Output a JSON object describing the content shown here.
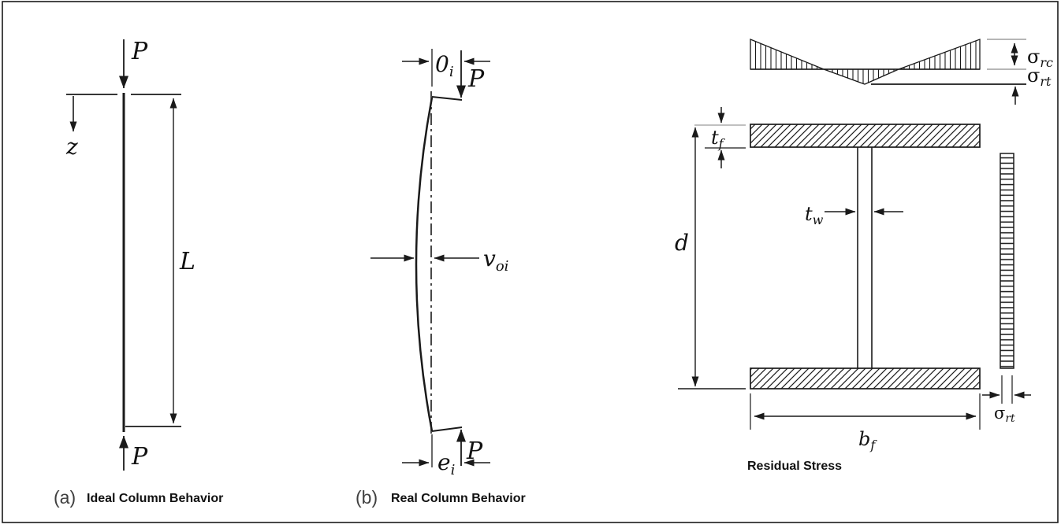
{
  "colors": {
    "ink": "#1a1a1a",
    "caption_tag": "#3f3f3f",
    "background": "#ffffff"
  },
  "panel_a": {
    "tag": "(a)",
    "caption": "Ideal Column Behavior",
    "load_top": "P",
    "load_bottom": "P",
    "axis": "z",
    "length": "L"
  },
  "panel_b": {
    "tag": "(b)",
    "caption": "Real Column Behavior",
    "load_top": "P",
    "load_bottom": "P",
    "initial_offset": {
      "main": "0",
      "sub": "i"
    },
    "deflection": {
      "main": "v",
      "sub": "oi"
    },
    "eccentricity": {
      "main": "e",
      "sub": "i"
    }
  },
  "residual": {
    "caption": "Residual Stress",
    "sigma_rc": {
      "main": "σ",
      "sub": "rc"
    },
    "sigma_rt_top": {
      "main": "σ",
      "sub": "rt"
    },
    "sigma_rt_flange": {
      "main": "σ",
      "sub": "rt"
    },
    "flange_thickness": {
      "main": "t",
      "sub": "f"
    },
    "web_thickness": {
      "main": "t",
      "sub": "w"
    },
    "depth": "d",
    "flange_width": {
      "main": "b",
      "sub": "f"
    }
  }
}
